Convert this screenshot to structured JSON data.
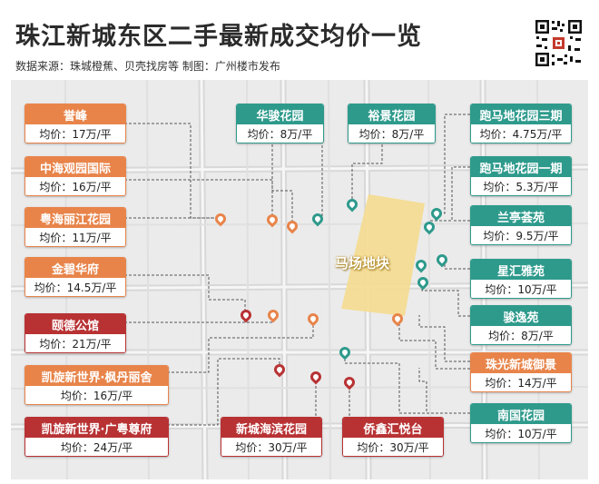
{
  "header": {
    "title": "珠江新城东区二手最新成交均价一览",
    "subtitle": "数据来源：珠城橙蕉、贝壳找房等     制图：广州楼市发布"
  },
  "map": {
    "plot_label": "马场地块",
    "colors": {
      "orange": "#e8844a",
      "teal": "#2e9a8c",
      "red": "#b83234",
      "plot": "#f4dc93"
    },
    "communities": [
      {
        "id": "yuyi",
        "name": "誉峰",
        "price": "均价：17万/平",
        "color": "orange"
      },
      {
        "id": "zhonghai",
        "name": "中海观园国际",
        "price": "均价：16万/平",
        "color": "orange"
      },
      {
        "id": "yuexiu",
        "name": "粤海丽江花园",
        "price": "均价：11万/平",
        "color": "orange"
      },
      {
        "id": "jinbi",
        "name": "金碧华府",
        "price": "均价：14.5万/平",
        "color": "orange"
      },
      {
        "id": "yide",
        "name": "颐德公馆",
        "price": "均价：21万/平",
        "color": "red"
      },
      {
        "id": "kaixuan1",
        "name": "凯旋新世界·枫丹丽舍",
        "price": "均价：16万/平",
        "color": "orange"
      },
      {
        "id": "kaixuan2",
        "name": "凯旋新世界·广粤尊府",
        "price": "均价：24万/平",
        "color": "red"
      },
      {
        "id": "xincheng",
        "name": "新城海滨花园",
        "price": "均价：30万/平",
        "color": "red"
      },
      {
        "id": "qiaoxin",
        "name": "侨鑫汇悦台",
        "price": "均价：30万/平",
        "color": "red"
      },
      {
        "id": "huajun",
        "name": "华骏花园",
        "price": "均价：8万/平",
        "color": "teal"
      },
      {
        "id": "yujing",
        "name": "裕景花园",
        "price": "均价：8万/平",
        "color": "teal"
      },
      {
        "id": "paoma3",
        "name": "跑马地花园三期",
        "price": "均价：4.75万/平",
        "color": "teal"
      },
      {
        "id": "paoma1",
        "name": "跑马地花园一期",
        "price": "均价：5.3万/平",
        "color": "teal"
      },
      {
        "id": "lanting",
        "name": "兰亭荟苑",
        "price": "均价：9.5万/平",
        "color": "teal"
      },
      {
        "id": "xinghui",
        "name": "星汇雅苑",
        "price": "均价：10万/平",
        "color": "teal"
      },
      {
        "id": "junyi",
        "name": "骏逸苑",
        "price": "均价：8万/平",
        "color": "teal"
      },
      {
        "id": "zhuguang",
        "name": "珠光新城御景",
        "price": "均价：14万/平",
        "color": "orange"
      },
      {
        "id": "nanguo",
        "name": "南国花园",
        "price": "均价：10万/平",
        "color": "teal"
      }
    ]
  }
}
